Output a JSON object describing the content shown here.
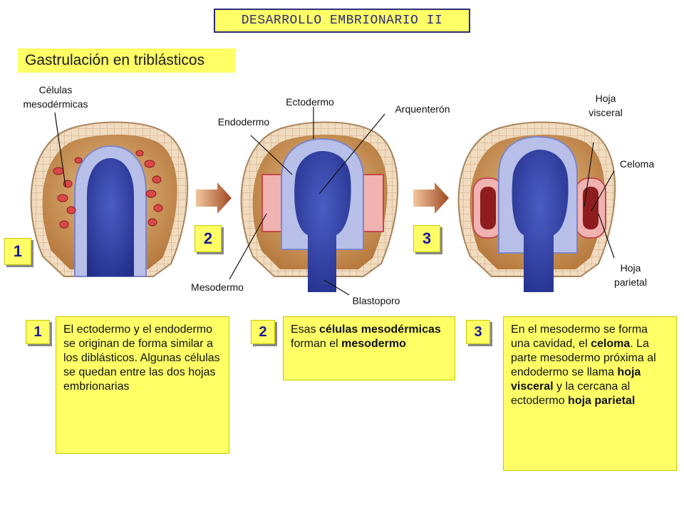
{
  "header": {
    "title": "DESARROLLO EMBRIONARIO II",
    "subtitle": "Gastrulación en triblásticos"
  },
  "labels": {
    "celulas_mesodermicas_1": "Células",
    "celulas_mesodermicas_2": "mesodérmicas",
    "ectodermo": "Ectodermo",
    "endodermo": "Endodermo",
    "arquenteron": "Arquenterón",
    "mesodermo": "Mesodermo",
    "blastoporo": "Blastoporo",
    "hoja_visceral_1": "Hoja",
    "hoja_visceral_2": "visceral",
    "celoma": "Celoma",
    "hoja_parietal_1": "Hoja",
    "hoja_parietal_2": "parietal"
  },
  "steps": {
    "s1": "1",
    "s2": "2",
    "s3": "3"
  },
  "descriptions": {
    "d1": "El ectodermo y el endodermo se originan de forma similar a los diblásticos. Algunas células se quedan entre las dos hojas embrionarias",
    "d2_a": "Esas ",
    "d2_b": "células mesodérmicas",
    "d2_c": " forman el ",
    "d2_d": "mesodermo",
    "d3_a": "En el mesodermo se forma una cavidad, el ",
    "d3_b": "celoma",
    "d3_c": ". La parte mesodermo próxima al endodermo se llama ",
    "d3_d": "hoja visceral",
    "d3_e": " y la cercana al ectodermo ",
    "d3_f": "hoja parietal"
  },
  "colors": {
    "accent_yellow": "#ffff66",
    "title_blue": "#2b2b7a",
    "ectoderm_blue": "#b8bfe8",
    "endoderm_blue": "#3344aa",
    "mesoderm_red": "#e26060",
    "outer_tan": "#c8935a"
  }
}
